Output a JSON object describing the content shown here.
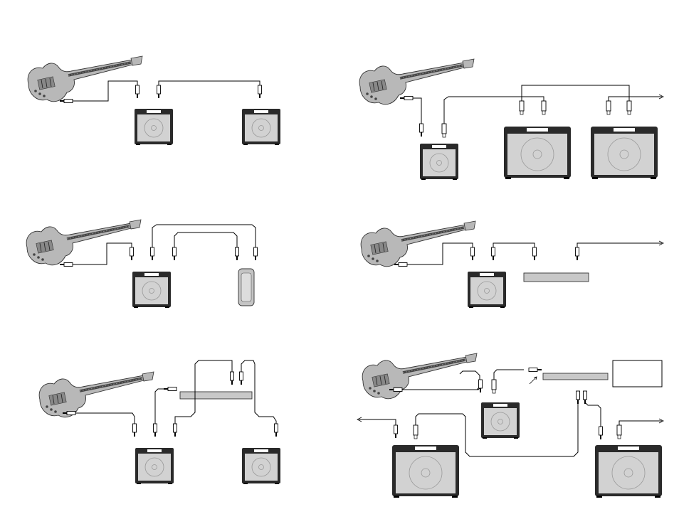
{
  "page": {
    "description_text": ""
  },
  "colors": {
    "guitar_body": "#b8b8b8",
    "amp_cabinet": "#2a2a2a",
    "amp_grille": "#d2d2d2",
    "rack_unit": "#c8c8c8",
    "pedal": "#c4c4c4",
    "cable": "#000000"
  },
  "icons": {
    "guitar": "electric-guitar-icon",
    "amp": "guitar-amp-icon",
    "plug": "quarter-inch-plug-icon",
    "xlr": "xlr-plug-icon",
    "rack": "rack-effects-unit-icon",
    "pedal": "volume-pedal-icon",
    "box": "mixer-box-icon"
  },
  "diagrams": [
    {
      "id": "diagram-1",
      "label": ""
    },
    {
      "id": "diagram-2",
      "label": ""
    },
    {
      "id": "diagram-3",
      "label": ""
    },
    {
      "id": "diagram-4",
      "label": ""
    },
    {
      "id": "diagram-5",
      "label": ""
    },
    {
      "id": "diagram-6",
      "label": ""
    }
  ]
}
